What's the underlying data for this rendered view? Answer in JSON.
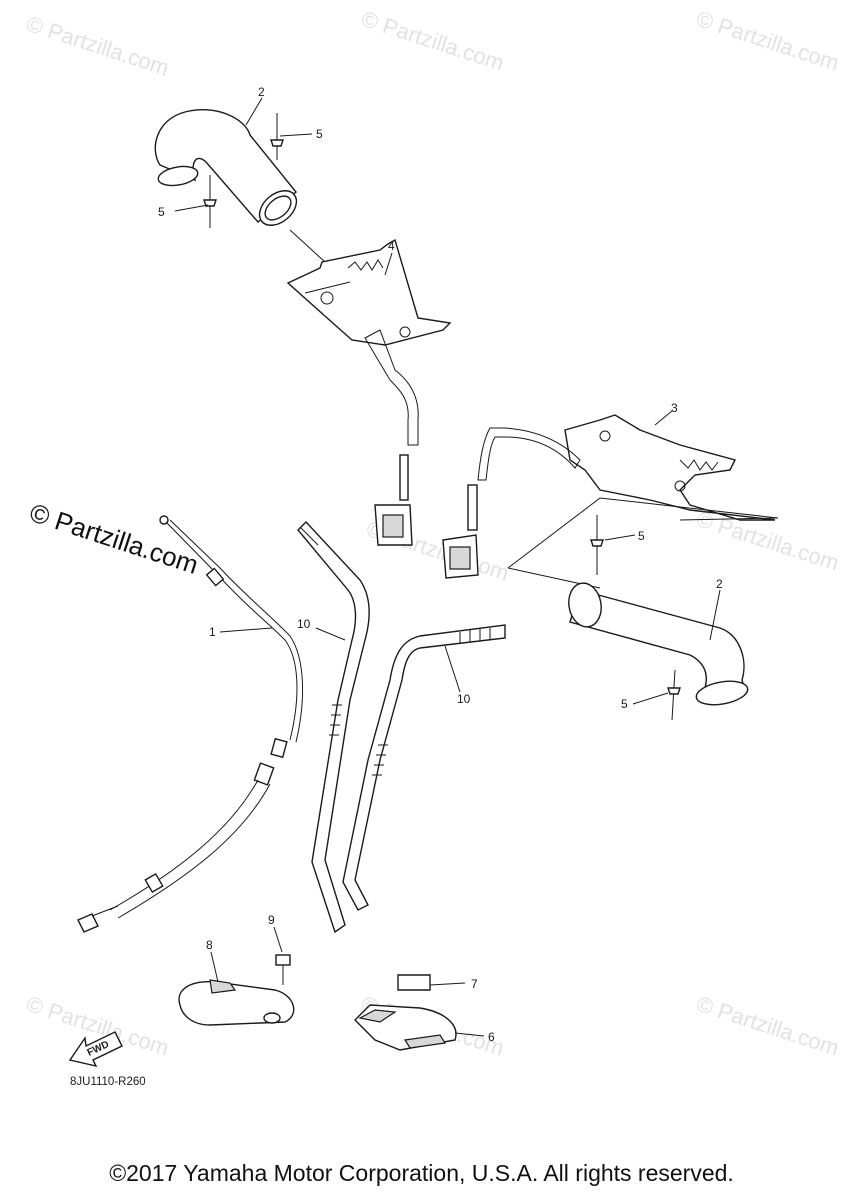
{
  "watermark_text": "© Partzilla.com",
  "main_watermark": "© Partzilla.com",
  "diagram_code": "8JU1110-R260",
  "fwd_label": "FWD",
  "copyright": "©2017 Yamaha Motor Corporation, U.S.A. All rights reserved.",
  "callouts": {
    "c1": "1",
    "c2a": "2",
    "c2b": "2",
    "c3": "3",
    "c4": "4",
    "c5a": "5",
    "c5b": "5",
    "c5c": "5",
    "c5d": "5",
    "c6": "6",
    "c7": "7",
    "c8": "8",
    "c9": "9",
    "c10a": "10",
    "c10b": "10"
  }
}
